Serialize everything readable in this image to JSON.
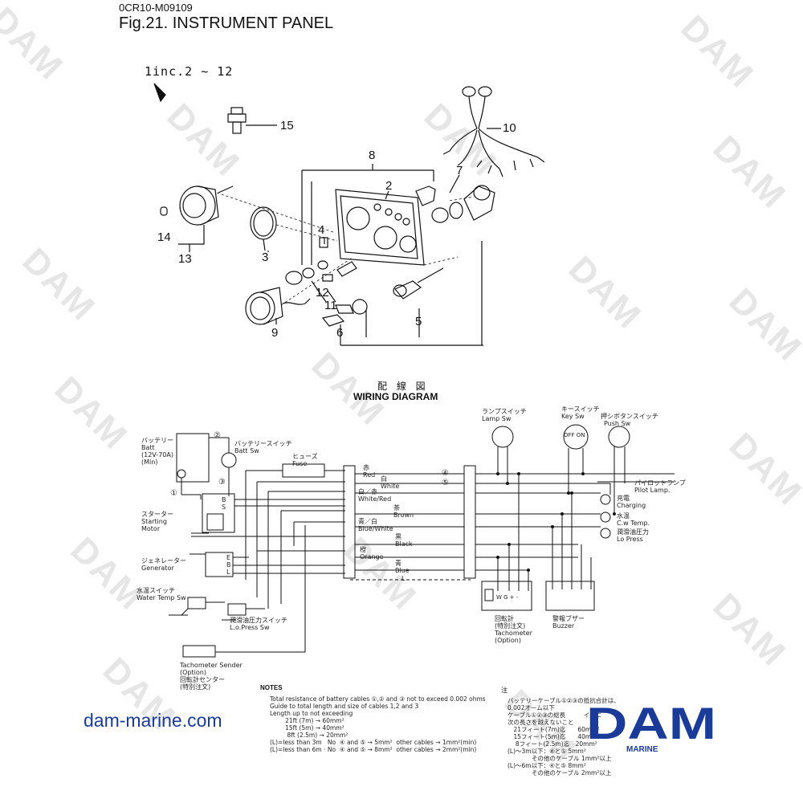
{
  "header": {
    "doc_id": "0CR10-M09109",
    "title": "Fig.21.  INSTRUMENT PANEL"
  },
  "exploded_view": {
    "note": "1inc.2 ~ 12",
    "part_numbers": [
      "15",
      "10",
      "8",
      "2",
      "7",
      "14",
      "13",
      "3",
      "4",
      "12",
      "11",
      "9",
      "6",
      "5"
    ]
  },
  "wiring": {
    "heading_jp": "配 線 図",
    "heading_en": "WIRING DIAGRAM",
    "switches": {
      "lamp_jp": "ランプスイッチ",
      "lamp_en": "Lamp Sw",
      "key_jp": "キースイッチ",
      "key_en": "Key Sw",
      "key_positions": "OFF ON",
      "push_jp": "押シボタンスイッチ",
      "push_en": "Push Sw"
    },
    "left": {
      "battery": "バッテリー\nBatt\n(12V-70A)\n(Min)",
      "batt_sw": "バッテリースイッチ\nBatt Sw",
      "starter": "スターター\nStarting\nMotor",
      "generator": "ジェネレーター\nGenerator",
      "water_temp": "水温スイッチ\nWater Temp Sw",
      "lo_press": "潤滑油圧力スイッチ\nL.o.Press Sw",
      "tacho_sender": "Tachometer Sender\n(Option)\n回転計センター\n(特別注文)",
      "circle_1": "①",
      "circle_2": "②",
      "circle_3": "③",
      "terminal_bs": "B\nS",
      "terminal_ebl": "E\nB\nL"
    },
    "fuse": "ヒューズ\nFuse",
    "wires": {
      "red": "赤\nRed",
      "white": "白\nWhite",
      "white_red": "白／赤\nWhite/Red",
      "brown": "茶\nBrown",
      "blue_white": "青／白\nBlue/White",
      "black": "黒\nBlack",
      "orange": "橙\nOrange",
      "blue": "青\nBlue",
      "circle_4": "④",
      "circle_5": "⑤",
      "length": "L"
    },
    "lamps": {
      "pilot": "パイロットランプ\nPilot Lamp.",
      "charging": "充電\nCharging",
      "cw_temp": "水温\nC.w Temp.",
      "lo_press": "潤滑油圧力\nLo Press"
    },
    "tachometer": "回転計\n(特別注文)\nTachometer\n(Option)",
    "tacho_terminals": "W G + -",
    "buzzer": "警報ブザー\nBuzzer"
  },
  "notes_en": {
    "heading": "NOTES",
    "body": "Total resistance of battery cables ①,② and ③ not to exceed 0.002 ohms\nGuide to total length and size of cables 1,2 and 3\nLength up to not exceeding\n        21ft (7m) → 60mm²\n        15ft (5m) → 40mm²\n         8ft (2.5m) → 20mm²\n(L)=less than 3m   No  ④ and ⑤ → 5mm²  other cables → 1mm²(min)\n(L)=less than 6m · No  ④ and ⑤ → 8mm²  other cables → 2mm²(min)"
  },
  "notes_jp": {
    "heading": "注",
    "body": "バッテリーケーブル①②③の抵抗合計は、\n0.002オーム以下\nケーブル①②③の総長　　　イズに\n次の長さを越えないこと\n　21フィート(7m)迄　　60mm²\n　15フィート(5m)迄　　40mm²\n　 8フィート(2.5m)迄　20mm²\n(L)～3m以下：④と⑤ 5mm²\n　　　　その他のケーブル 1mm²以上\n(L)～6m以下：④と⑤ 8mm²\n　　　　その他のケーブル 2mm²以上"
  },
  "footer": {
    "site": "dam-marine.com",
    "logo": "DAM",
    "logo_sub": "MARINE"
  },
  "colors": {
    "brand_blue": "#1b3b98",
    "watermark": "#e6e6e6",
    "ink": "#111111"
  }
}
